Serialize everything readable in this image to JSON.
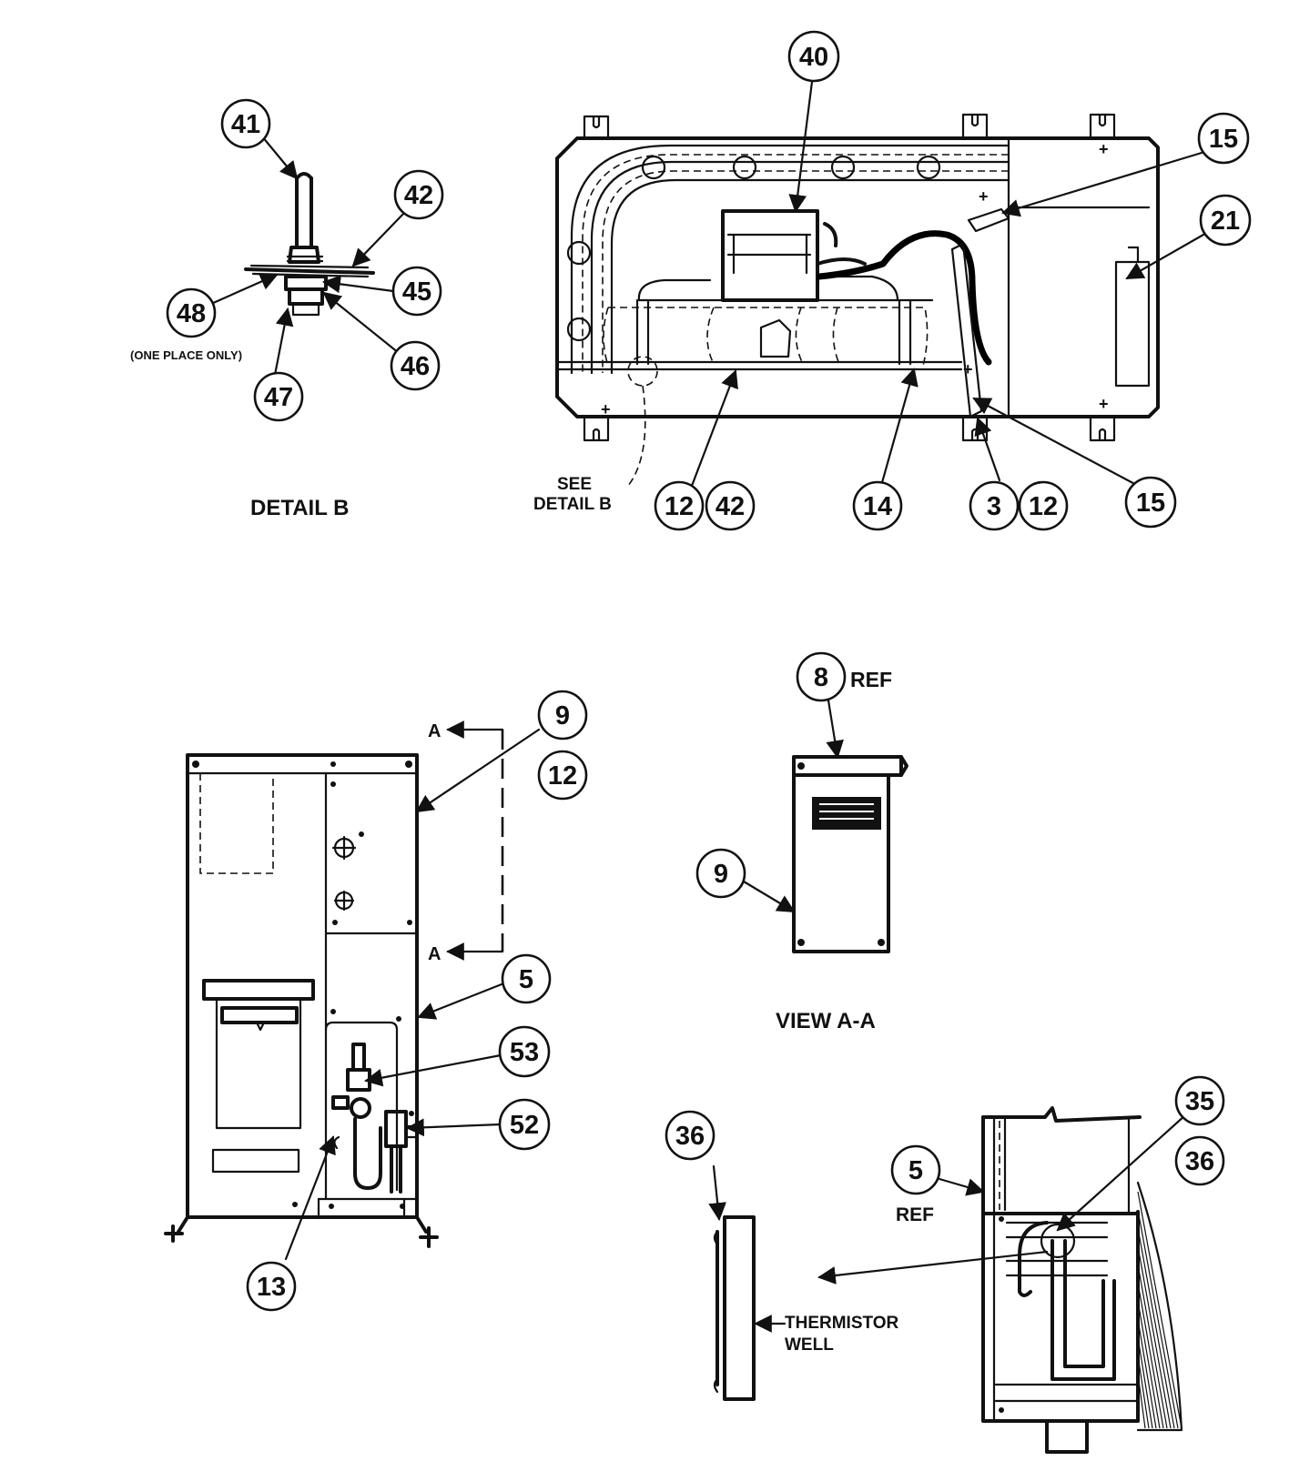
{
  "views": {
    "detail_b": {
      "title": "DETAIL B",
      "note": "(ONE PLACE ONLY)"
    },
    "main": {
      "see_detail": [
        "SEE",
        "DETAIL B"
      ]
    },
    "view_aa": {
      "title": "VIEW A-A",
      "ref": "REF"
    },
    "section": {
      "ref": "REF",
      "thermistor": [
        "THERMISTOR",
        "WELL"
      ]
    },
    "unit_front": {
      "section_mark": "A"
    }
  },
  "callouts": {
    "c41": "41",
    "c42a": "42",
    "c45": "45",
    "c48": "48",
    "c46": "46",
    "c47": "47",
    "c40": "40",
    "c15a": "15",
    "c21": "21",
    "c12a": "12",
    "c42b": "42",
    "c14": "14",
    "c3": "3",
    "c12b": "12",
    "c15b": "15",
    "c9a": "9",
    "c12c": "12",
    "c5a": "5",
    "c53": "53",
    "c52": "52",
    "c13": "13",
    "c8": "8",
    "c9b": "9",
    "c36a": "36",
    "c35": "35",
    "c36b": "36",
    "c5b": "5"
  }
}
